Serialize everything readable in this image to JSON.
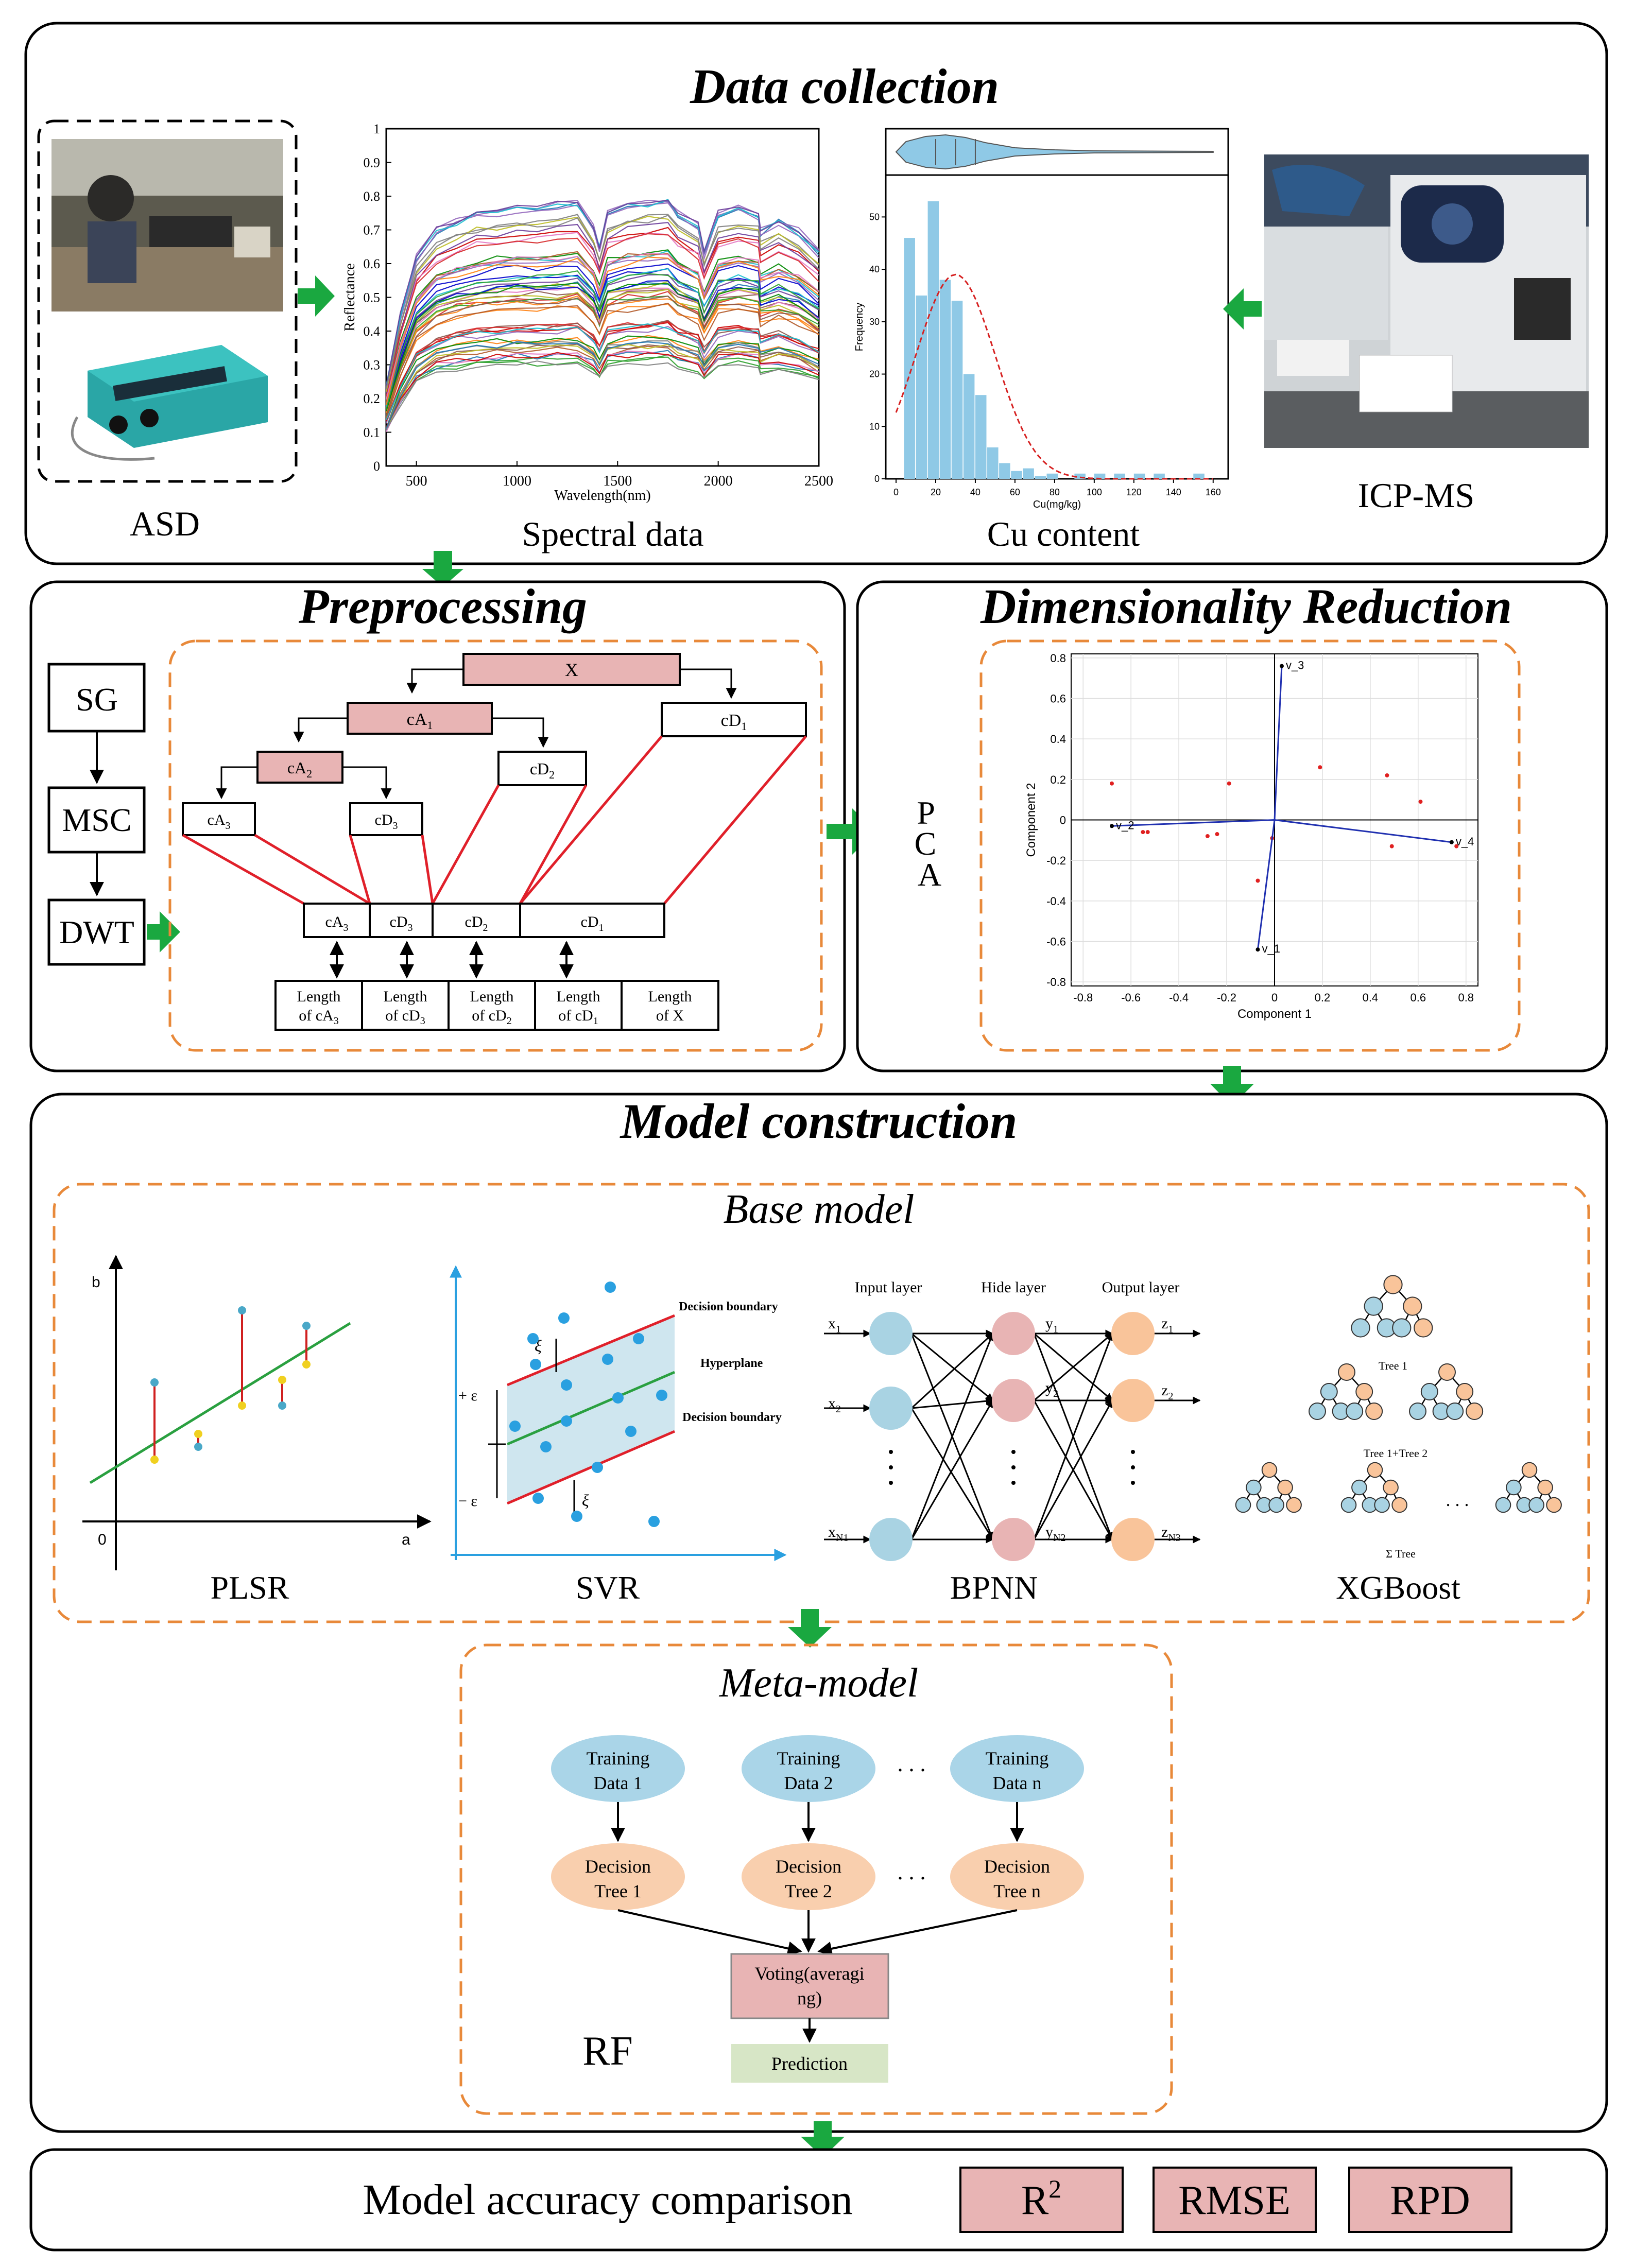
{
  "sections": {
    "data_collection": "Data collection",
    "preprocessing": "Preprocessing",
    "dim_reduction": "Dimensionality Reduction",
    "model_construction": "Model construction",
    "base_model": "Base model",
    "meta_model": "Meta-model",
    "accuracy": "Model accuracy comparison"
  },
  "data_collection": {
    "asd_label": "ASD",
    "spectral_label": "Spectral data",
    "cu_label": "Cu content",
    "icpms_label": "ICP-MS"
  },
  "spectral_chart": {
    "xlabel": "Wavelength(nm)",
    "ylabel": "Reflectance",
    "xticks": [
      "500",
      "1000",
      "1500",
      "2000",
      "2500"
    ],
    "yticks": [
      "0",
      "0.1",
      "0.2",
      "0.3",
      "0.4",
      "0.5",
      "0.6",
      "0.7",
      "0.8",
      "0.9",
      "1"
    ]
  },
  "cu_chart": {
    "xlabel": "Cu(mg/kg)",
    "ylabel": "Frequency",
    "xticks": [
      "0",
      "20",
      "40",
      "60",
      "80",
      "100",
      "120",
      "140",
      "160"
    ],
    "yticks": [
      "0",
      "10",
      "20",
      "30",
      "40",
      "50"
    ]
  },
  "preprocessing": {
    "steps": [
      "SG",
      "MSC",
      "DWT"
    ],
    "tree": {
      "x": "X",
      "ca1": "cA",
      "cd1": "cD",
      "ca2": "cA",
      "cd2": "cD",
      "ca3": "cA",
      "cd3": "cD",
      "sub1": "1",
      "sub2": "2",
      "sub3": "3"
    },
    "bottom_row": [
      "cA",
      "cD",
      "cD",
      "cD"
    ],
    "lengths": [
      {
        "l1": "Length",
        "l2": "of cA",
        "sub": "3"
      },
      {
        "l1": "Length",
        "l2": "of cD",
        "sub": "3"
      },
      {
        "l1": "Length",
        "l2": "of cD",
        "sub": "2"
      },
      {
        "l1": "Length",
        "l2": "of cD",
        "sub": "1"
      },
      {
        "l1": "Length",
        "l2": "of X",
        "sub": ""
      }
    ]
  },
  "pca": {
    "side_label": [
      "P",
      "C",
      "A"
    ],
    "xlabel": "Component 1",
    "ylabel": "Component 2",
    "xticks": [
      "-0.8",
      "-0.6",
      "-0.4",
      "-0.2",
      "0",
      "0.2",
      "0.4",
      "0.6",
      "0.8"
    ],
    "yticks": [
      "-0.8",
      "-0.6",
      "-0.4",
      "-0.2",
      "0",
      "0.2",
      "0.4",
      "0.6",
      "0.8"
    ],
    "vectors": [
      {
        "name": "v_1",
        "x": -0.07,
        "y": -0.64
      },
      {
        "name": "v_2",
        "x": -0.68,
        "y": -0.03
      },
      {
        "name": "v_3",
        "x": 0.03,
        "y": 0.76
      },
      {
        "name": "v_4",
        "x": 0.74,
        "y": -0.11
      }
    ],
    "points": [
      [
        -0.68,
        0.18
      ],
      [
        -0.55,
        -0.06
      ],
      [
        -0.53,
        -0.06
      ],
      [
        -0.28,
        -0.08
      ],
      [
        -0.24,
        -0.07
      ],
      [
        -0.19,
        0.18
      ],
      [
        -0.07,
        -0.3
      ],
      [
        -0.01,
        -0.09
      ],
      [
        0.19,
        0.26
      ],
      [
        0.47,
        0.22
      ],
      [
        0.49,
        -0.13
      ],
      [
        0.61,
        0.09
      ],
      [
        0.76,
        -0.13
      ]
    ]
  },
  "base_models": {
    "plsr": {
      "label": "PLSR",
      "axis_y": "b",
      "axis_x": "a",
      "origin": "0"
    },
    "svr": {
      "label": "SVR",
      "decision_boundary": "Decision boundary",
      "hyperplane": "Hyperplane",
      "plus_eps": "+ ε",
      "minus_eps": "− ε",
      "xi": "ξ"
    },
    "bpnn": {
      "label": "BPNN",
      "input_layer": "Input layer",
      "hide_layer": "Hide layer",
      "output_layer": "Output layer",
      "x_labels": [
        "x",
        "x",
        "x"
      ],
      "x_subs": [
        "1",
        "2",
        "N1"
      ],
      "y_labels": [
        "y",
        "y",
        "y"
      ],
      "y_subs": [
        "1",
        "2",
        "N2"
      ],
      "z_labels": [
        "z",
        "z",
        "z"
      ],
      "z_subs": [
        "1",
        "2",
        "N3"
      ]
    },
    "xgboost": {
      "label": "XGBoost",
      "tree1": "Tree 1",
      "tree12": "Tree 1+Tree 2",
      "sum_tree": "Σ Tree",
      "dots": ". . ."
    }
  },
  "meta_model": {
    "training": [
      {
        "l1": "Training",
        "l2": "Data 1"
      },
      {
        "l1": "Training",
        "l2": "Data 2"
      },
      {
        "l1": "Training",
        "l2": "Data n"
      }
    ],
    "trees": [
      {
        "l1": "Decision",
        "l2": "Tree 1"
      },
      {
        "l1": "Decision",
        "l2": "Tree 2"
      },
      {
        "l1": "Decision",
        "l2": "Tree n"
      }
    ],
    "dots": ". . .",
    "voting_l1": "Voting(averagi",
    "voting_l2": "ng)",
    "prediction": "Prediction",
    "rf_label": "RF"
  },
  "accuracy": {
    "metrics": [
      "R",
      "RMSE",
      "RPD"
    ],
    "r_sup": "2"
  },
  "colors": {
    "pink": "#e8b4b4",
    "blue_node": "#a9d3e3",
    "orange_node": "#f9c49a",
    "green_arrow": "#1aa840",
    "orange_dash": "#e8893a",
    "red_line": "#e0202a",
    "svr_axis": "#2aa0e0",
    "pred_green": "#d7e6c6"
  }
}
